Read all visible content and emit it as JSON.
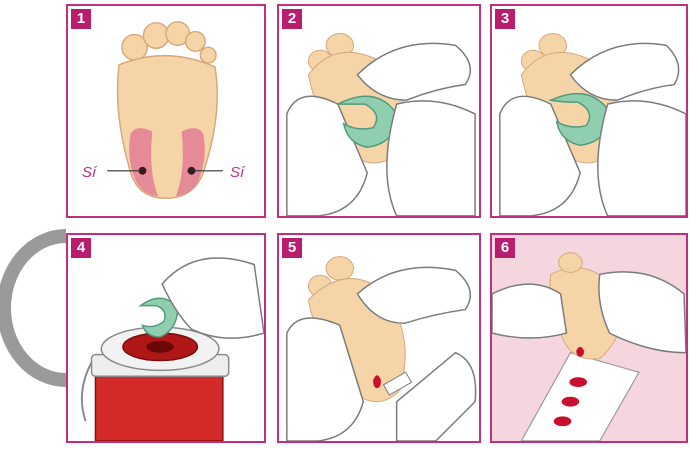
{
  "steps": [
    {
      "number": "1"
    },
    {
      "number": "2"
    },
    {
      "number": "3"
    },
    {
      "number": "4"
    },
    {
      "number": "5"
    },
    {
      "number": "6"
    }
  ],
  "step1": {
    "label_left": "Sí",
    "label_right": "Sí"
  },
  "colors": {
    "border": "#c0307e",
    "badge": "#b81d6e",
    "skin": "#f5d4a8",
    "heel_zone": "#e58a97",
    "lancet": "#8fcfb0",
    "glove": "#ffffff",
    "blood": "#c8102e",
    "container": "#d42a2a"
  }
}
